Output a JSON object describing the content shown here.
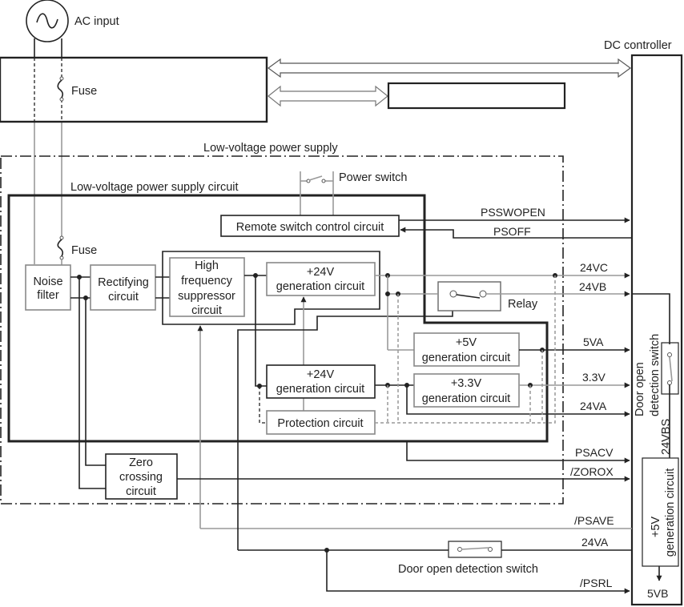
{
  "diagram": {
    "labels": {
      "ac_input": "AC input",
      "fuse_top": "Fuse",
      "fuse_inner": "Fuse",
      "dc_controller": "DC controller",
      "lv_power_supply": "Low-voltage power supply",
      "lv_power_supply_circuit": "Low-voltage  power supply circuit",
      "power_switch": "Power switch",
      "relay": "Relay",
      "door_switch_bottom": "Door open detection switch",
      "door_switch_right_1": "Door open",
      "door_switch_right_2": "detection switch",
      "v24vbs": "24VBS"
    },
    "blocks": {
      "remote_switch": "Remote switch control circuit",
      "noise_filter": [
        "Noise",
        "filter"
      ],
      "rectifying": [
        "Rectifying",
        "circuit"
      ],
      "hf_suppressor": [
        "High",
        "frequency",
        "suppressor",
        "circuit"
      ],
      "gen24_top": [
        "+24V",
        "generation circuit"
      ],
      "gen24_bottom": [
        "+24V",
        "generation circuit"
      ],
      "gen5": [
        "+5V",
        "generation circuit"
      ],
      "gen33": [
        "+3.3V",
        "generation circuit"
      ],
      "protection": "Protection circuit",
      "zero_crossing": [
        "Zero",
        "crossing",
        "circuit"
      ],
      "dc_gen5": [
        "+5V",
        "generation circuit"
      ]
    },
    "signals": {
      "psswopen": "PSSWOPEN",
      "psoff": "PSOFF",
      "v24vc": "24VC",
      "v24vb": "24VB",
      "v5va": "5VA",
      "v33": "3.3V",
      "v24va": "24VA",
      "psacv": "PSACV",
      "zorox": "/ZOROX",
      "psave": "/PSAVE",
      "v24va_bottom": "24VA",
      "psrl": "/PSRL",
      "v5vb": "5VB"
    }
  }
}
